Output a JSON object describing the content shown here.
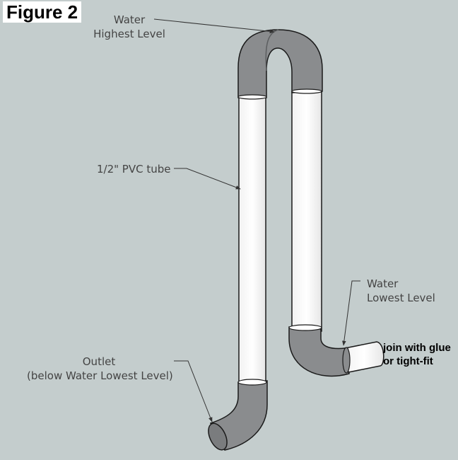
{
  "figure_title": "Figure 2",
  "labels": {
    "highest_level": {
      "line1": "Water",
      "line2": "Highest Level"
    },
    "pvc_tube": "1/2\" PVC tube",
    "lowest_level": {
      "line1": "Water",
      "line2": "Lowest Level"
    },
    "outlet": {
      "line1": "Outlet",
      "line2": "(below Water Lowest Level)"
    },
    "join_note": {
      "line1": "join with glue",
      "line2": "or tight-fit"
    }
  },
  "colors": {
    "background": "#c4cdcd",
    "pipe_white": "#ffffff",
    "elbow_gray": "#8a8c8e",
    "outline": "#1a1a1a"
  }
}
